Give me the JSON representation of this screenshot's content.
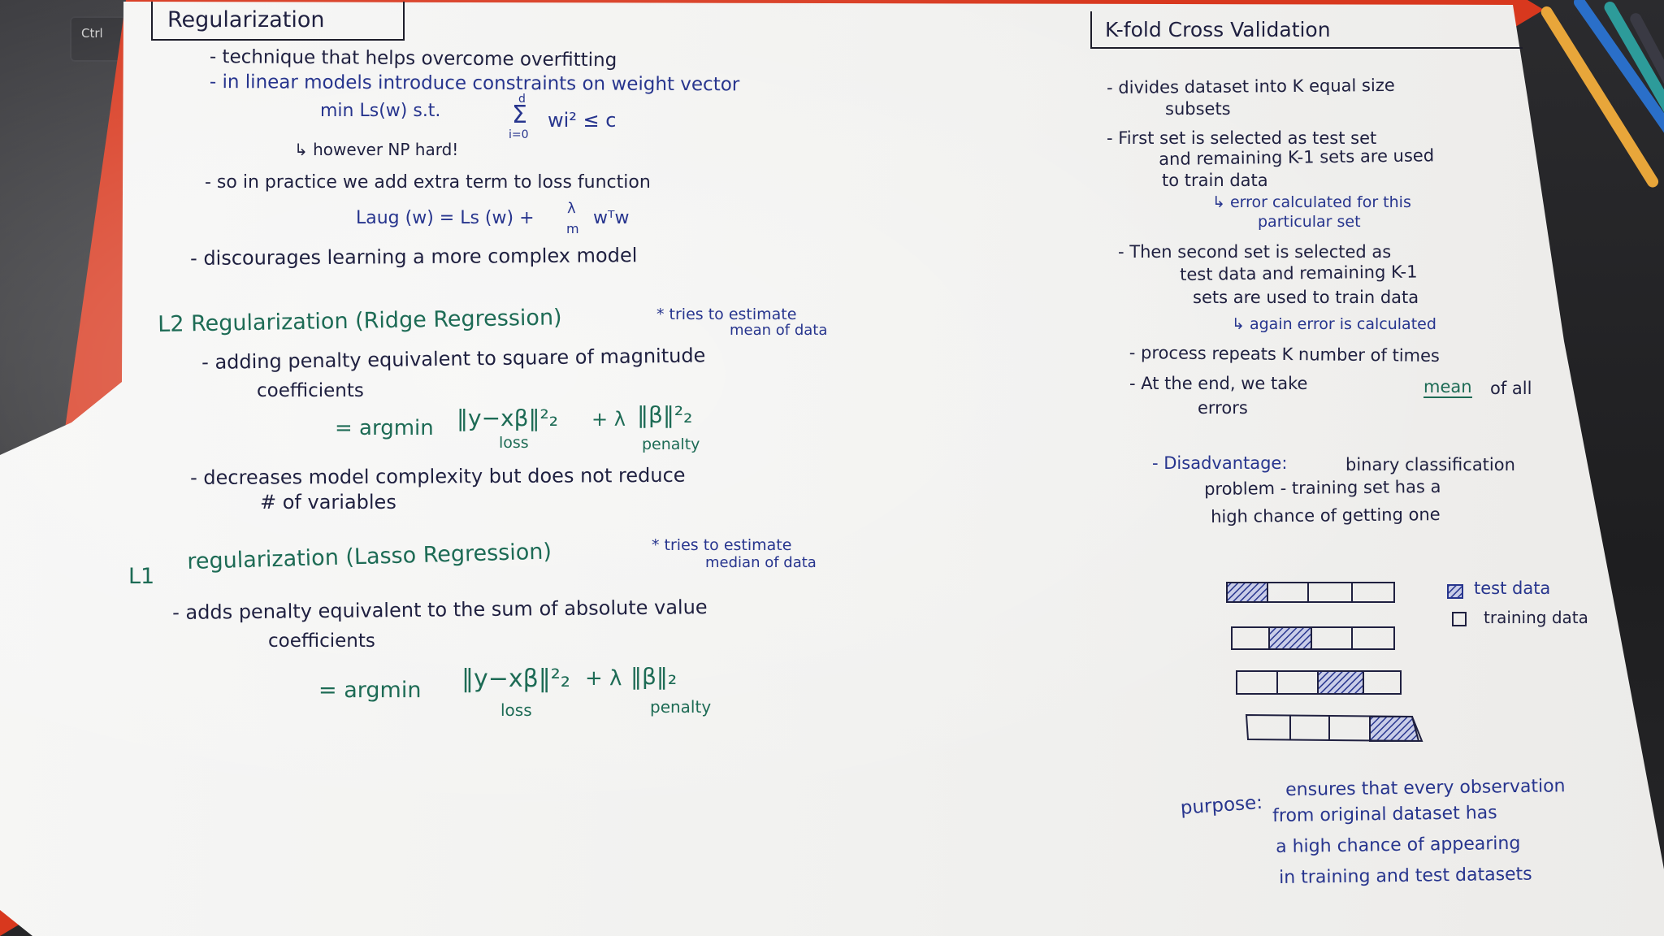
{
  "keyboard": {
    "key_label": "Ctrl"
  },
  "left": {
    "title": "Regularization",
    "intro": [
      "- technique that helps overcome overfitting",
      "- in linear models introduce constraints on weight vector"
    ],
    "constraint_formula": {
      "lhs": "min Ls(w)  s.t.",
      "sum": "Σ",
      "sum_top": "d",
      "sum_bottom": "i=0",
      "rhs": "wi² ≤ c"
    },
    "np_note": "↳ however NP hard!",
    "practice": "- so in practice we add extra term to loss function",
    "laug_formula": {
      "lhs": "Laug (w) = Ls (w) +",
      "frac_num": "λ",
      "frac_den": "m",
      "rhs": "wᵀw"
    },
    "discourages": "- discourages learning a more complex model",
    "l2": {
      "heading": "L2 Regularization (Ridge Regression)",
      "note_line1": "* tries to estimate",
      "note_line2": "mean of data",
      "desc_line1": "- adding penalty equivalent to square of magnitude",
      "desc_line2": "coefficients",
      "formula": {
        "prefix": "= argmin",
        "loss_expr": "‖y−xβ‖²₂",
        "plus": "+ λ",
        "penalty_expr": "‖β‖²₂",
        "loss_label": "loss",
        "penalty_label": "penalty"
      },
      "decrease_line1": "- decreases model complexity but does not reduce",
      "decrease_line2": "# of variables"
    },
    "l1": {
      "heading_prefix": "L1",
      "heading": "regularization (Lasso Regression)",
      "note_line1": "* tries to estimate",
      "note_line2": "median of data",
      "desc_line1": "- adds penalty equivalent to the sum of absolute value",
      "desc_line2": "coefficients",
      "formula": {
        "prefix": "= argmin",
        "loss_expr": "‖y−xβ‖²₂",
        "plus": "+ λ",
        "penalty_expr": "‖β‖₂",
        "loss_label": "loss",
        "penalty_label": "penalty"
      }
    }
  },
  "right": {
    "title": "K-fold Cross Validation",
    "b1": [
      "- divides dataset into K equal size",
      "subsets"
    ],
    "b2": [
      "- First set is selected as test set",
      "and remaining K-1 sets are used",
      "to train data"
    ],
    "b2_note": [
      "↳ error calculated for this",
      "particular set"
    ],
    "b3": [
      "- Then second set is selected as",
      "test data and remaining K-1",
      "sets are used to train data"
    ],
    "b3_note": "↳ again error is calculated",
    "b4": "- process repeats K number of times",
    "b5_prefix": "- At the end, we take",
    "b5_mean": "mean",
    "b5_suffix": "of all",
    "b5_line2": "errors",
    "disadv_label": "- Disadvantage:",
    "disadv_line1": "binary classification",
    "disadv_line2": "problem - training set has a",
    "disadv_line3": "high chance of getting one",
    "legend": {
      "test": "test data",
      "train": "training data"
    },
    "purpose_label": "purpose:",
    "purpose_line1": "ensures that every observation",
    "purpose_line2": "from original dataset has",
    "purpose_line3": "a high chance of appearing",
    "purpose_line4": "in training and test datasets"
  },
  "colors": {
    "ink_dark": "#1f2040",
    "ink_blue": "#27358e",
    "ink_green": "#1d6b55",
    "paper": "#f3f3f1",
    "red_notebook": "#d8381e"
  }
}
